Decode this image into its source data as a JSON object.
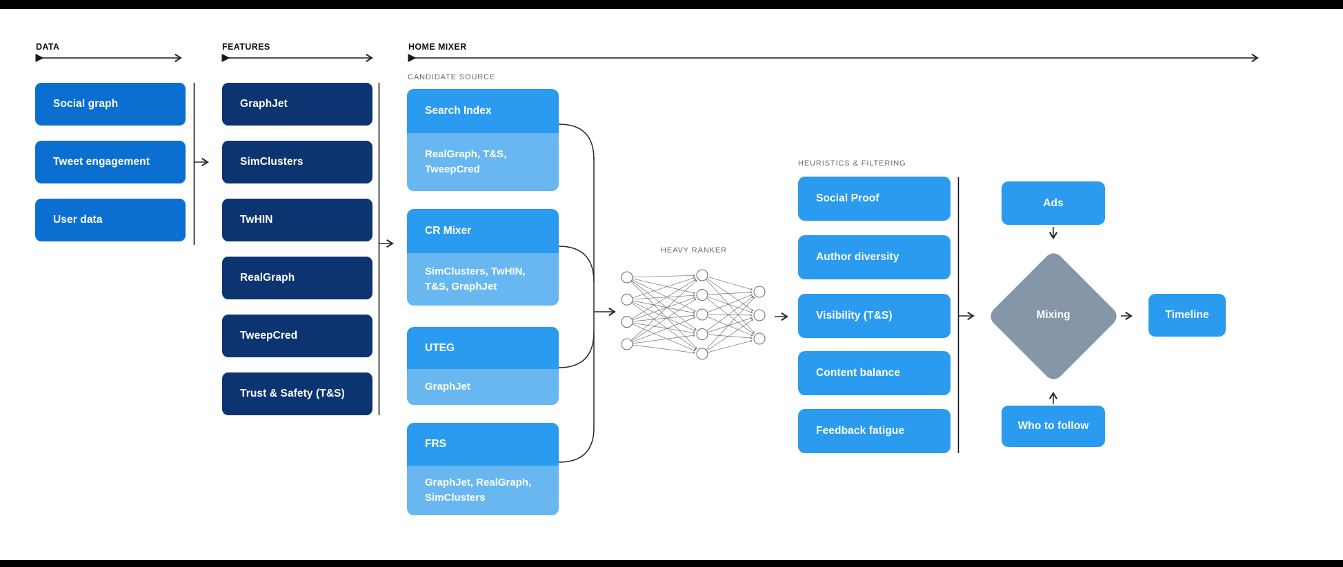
{
  "colors": {
    "data_box": "#0b6fd2",
    "feature_box": "#0c3470",
    "source_primary": "#2a9bee",
    "source_secondary": "#68b7f1",
    "mixing_diamond": "#8496a7",
    "label_gray": "#5b6b7a"
  },
  "sections": {
    "data": {
      "label": "DATA",
      "items": [
        "Social graph",
        "Tweet engagement",
        "User data"
      ]
    },
    "features": {
      "label": "FEATURES",
      "items": [
        "GraphJet",
        "SimClusters",
        "TwHIN",
        "RealGraph",
        "TweepCred",
        "Trust & Safety (T&S)"
      ]
    },
    "home_mixer": {
      "label": "HOME MIXER",
      "candidate_source": {
        "label": "CANDIDATE SOURCE",
        "items": [
          {
            "title": "Search Index",
            "subtitle": "RealGraph, T&S, TweepCred"
          },
          {
            "title": "CR Mixer",
            "subtitle": "SimClusters, TwHIN, T&S, GraphJet"
          },
          {
            "title": "UTEG",
            "subtitle": "GraphJet"
          },
          {
            "title": "FRS",
            "subtitle": "GraphJet, RealGraph, SimClusters"
          }
        ]
      },
      "heavy_ranker": {
        "label": "HEAVY RANKER",
        "layers": [
          4,
          5,
          3
        ]
      },
      "heuristics": {
        "label": "HEURISTICS & FILTERING",
        "items": [
          "Social Proof",
          "Author diversity",
          "Visibility (T&S)",
          "Content balance",
          "Feedback fatigue"
        ]
      },
      "mixing": {
        "ads": "Ads",
        "diamond": "Mixing",
        "who_to_follow": "Who to follow",
        "timeline": "Timeline"
      }
    }
  }
}
